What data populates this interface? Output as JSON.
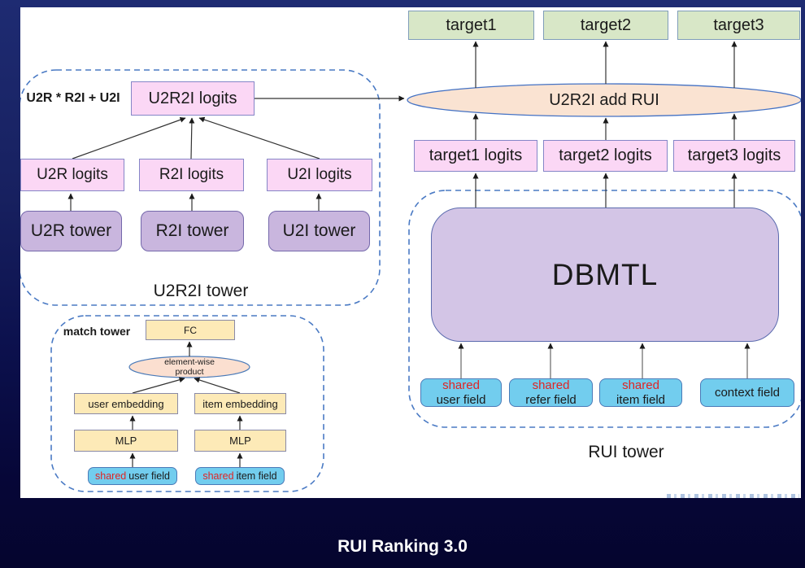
{
  "u2r2i": {
    "expression": "U2R * R2I + U2I",
    "logits": "U2R2I logits",
    "child_logits": [
      "U2R logits",
      "R2I logits",
      "U2I logits"
    ],
    "towers": [
      "U2R tower",
      "R2I tower",
      "U2I tower"
    ],
    "label": "U2R2I tower"
  },
  "merge": {
    "label": "U2R2I add RUI"
  },
  "targets": [
    "target1",
    "target2",
    "target3"
  ],
  "target_logits": [
    "target1 logits",
    "target2 logits",
    "target3 logits"
  ],
  "rui": {
    "dbmtl": "DBMTL",
    "label": "RUI tower",
    "fields": [
      {
        "shared": "shared",
        "name": "user field"
      },
      {
        "shared": "shared",
        "name": "refer field"
      },
      {
        "shared": "shared",
        "name": "item field"
      },
      {
        "shared": "",
        "name": "context field"
      }
    ]
  },
  "match": {
    "label": "match tower",
    "fc": "FC",
    "ew_line1": "element-wise",
    "ew_line2": "product",
    "embeddings": [
      "user embedding",
      "item embedding"
    ],
    "mlp": [
      "MLP",
      "MLP"
    ],
    "fields": [
      {
        "shared": "shared",
        "name": "user field"
      },
      {
        "shared": "shared",
        "name": "item field"
      }
    ]
  },
  "caption": "RUI Ranking 3.0"
}
